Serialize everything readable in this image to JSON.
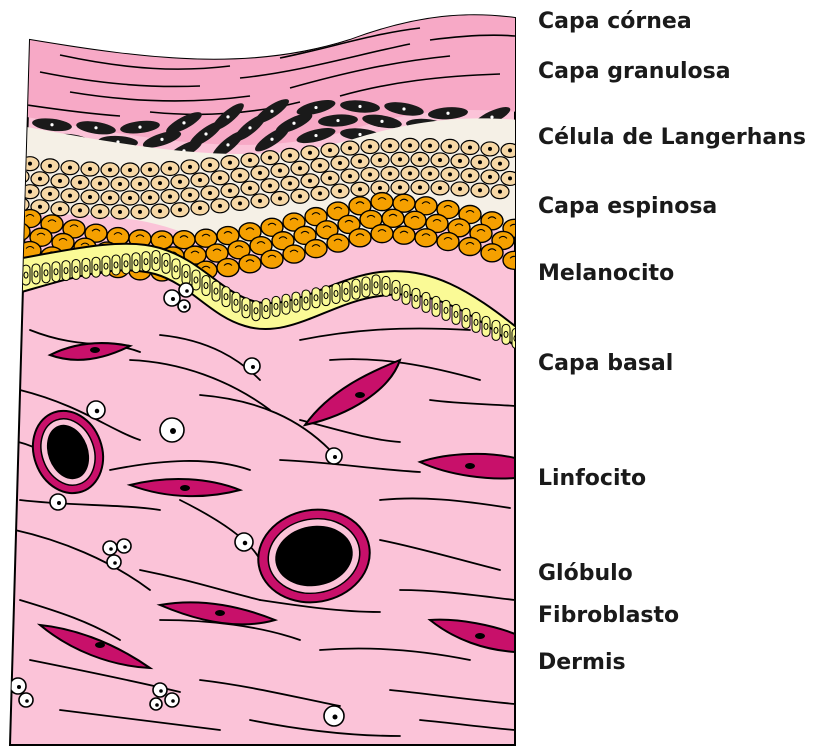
{
  "labels": [
    "Capa córnea",
    "Capa granulosa",
    "Célula de Langerhans",
    "Capa espinosa",
    "Melanocito",
    "Capa basal",
    "Linfocito",
    "Glóbulo",
    "Fibroblasto",
    "Dermis"
  ],
  "colors": {
    "dermis": "#fbc3d8",
    "stratum_corneum": "#f7a9c6",
    "granular_cells": "#1a1a1a",
    "spinous_cells": "#f7d8a6",
    "melanocytes": "#f5a000",
    "basal_cells": "#fafa96",
    "fibroblast": "#c8106a",
    "vessel_wall": "#c8106a",
    "outline": "#000000"
  }
}
